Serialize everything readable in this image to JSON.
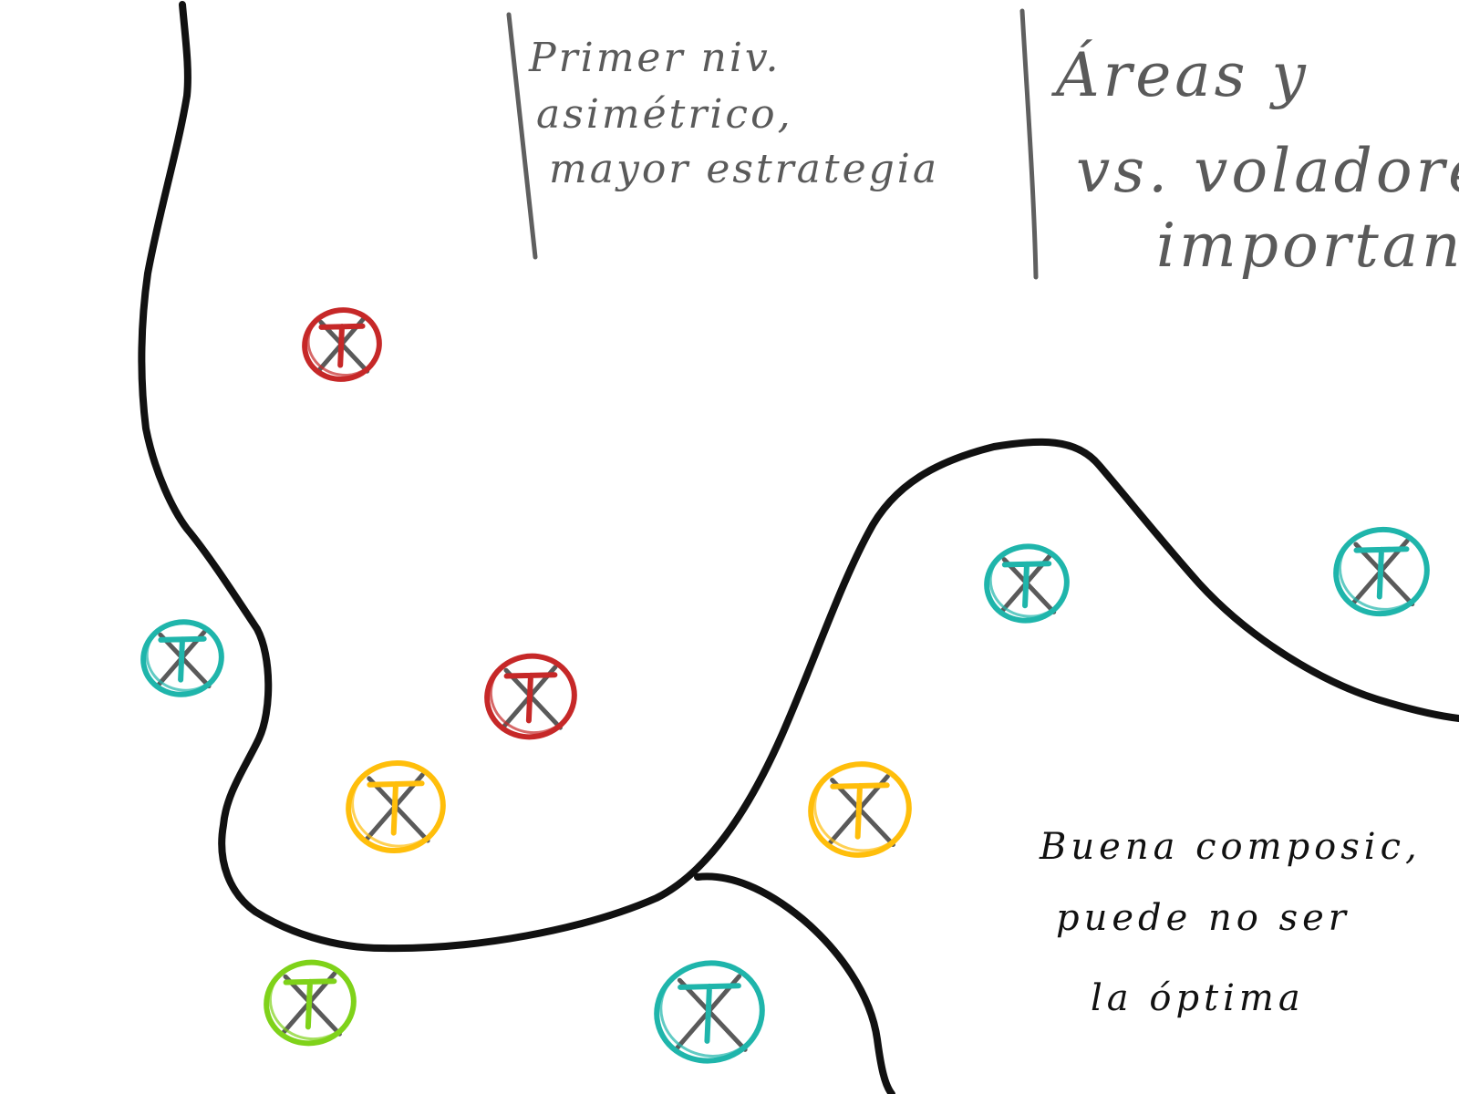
{
  "notes": {
    "note_left": {
      "lines": [
        "Primer niv.",
        "asimétrico,",
        "mayor estrategia"
      ]
    },
    "note_right": {
      "lines": [
        "Áreas y",
        "vs. voladores",
        "importantes"
      ]
    },
    "note_bottom": {
      "lines": [
        "Buena composic,",
        "puede no ser",
        "la óptima"
      ]
    }
  },
  "colors": {
    "wall": "#111111",
    "divider": "#5f5f5f",
    "marker_cross": "#5a5a5a",
    "red": "#c62828",
    "teal": "#1fb5ab",
    "yellow": "#ffbe0b",
    "green": "#7fd21a"
  },
  "markers": [
    {
      "color": "red"
    },
    {
      "color": "red"
    },
    {
      "color": "teal"
    },
    {
      "color": "teal"
    },
    {
      "color": "teal"
    },
    {
      "color": "teal"
    },
    {
      "color": "yellow"
    },
    {
      "color": "yellow"
    },
    {
      "color": "green"
    }
  ]
}
